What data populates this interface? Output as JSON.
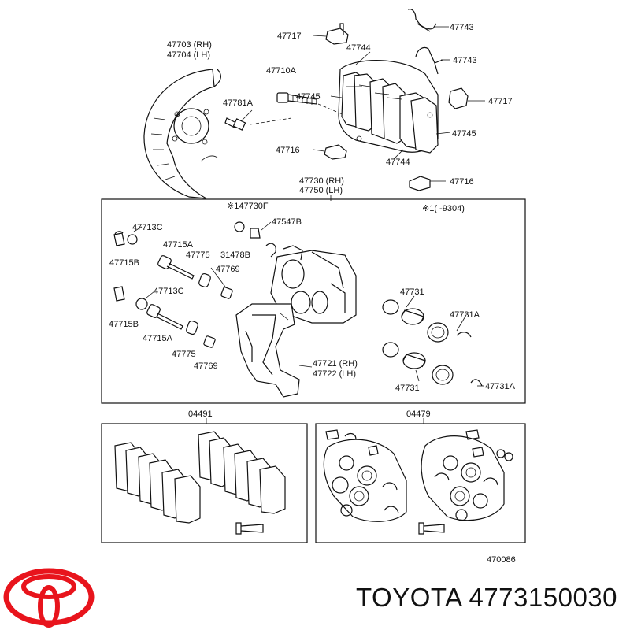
{
  "labels": {
    "l47703": "47703 (RH)",
    "l47704": "47704 (LH)",
    "l47781a": "47781A",
    "l47717a": "47717",
    "l47744a": "47744",
    "l47743a": "47743",
    "l47743b": "47743",
    "l47710a": "47710A",
    "l47745a": "47745",
    "l47717b": "47717",
    "l47745b": "47745",
    "l47716a": "47716",
    "l47744b": "47744",
    "l47716b": "47716",
    "l47730": "47730 (RH)",
    "l47750": "47750 (LH)",
    "l47730f": "※147730F",
    "lnote": "※1(    -9304)",
    "l47547b": "47547B",
    "l47713c1": "47713C",
    "l47715a1": "47715A",
    "l47775a": "47775",
    "l31478b": "31478B",
    "l47715b1": "47715B",
    "l47769a": "47769",
    "l47713c2": "47713C",
    "l47731a": "47731",
    "l47731a1": "47731A",
    "l47715b2": "47715B",
    "l47715a2": "47715A",
    "l47775b": "47775",
    "l47721": "47721 (RH)",
    "l47722": "47722 (LH)",
    "l47769b": "47769",
    "l47731b": "47731",
    "l47731a2": "47731A",
    "l04491": "04491",
    "l04479": "04479",
    "ldiag": "470086"
  },
  "brand": {
    "text": "TOYOTA 4773150030",
    "logo_color": "#e8141c"
  }
}
